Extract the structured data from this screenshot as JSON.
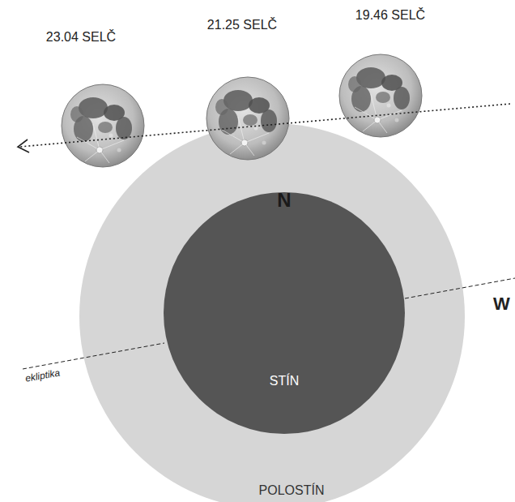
{
  "diagram": {
    "nodes": [
      {
        "text": [
          "POLOSTÍN"
        ]
      },
      {
        "text": [
          "N",
          "STÍN"
        ],
        "in": 0
      },
      {
        "text": [
          "23.04 SELČ"
        ]
      },
      {
        "text": [
          "21.25 SELČ"
        ]
      },
      {
        "text": [
          "19.46 SELČ"
        ]
      }
    ],
    "labels": [
      "ekliptika",
      "W"
    ]
  }
}
